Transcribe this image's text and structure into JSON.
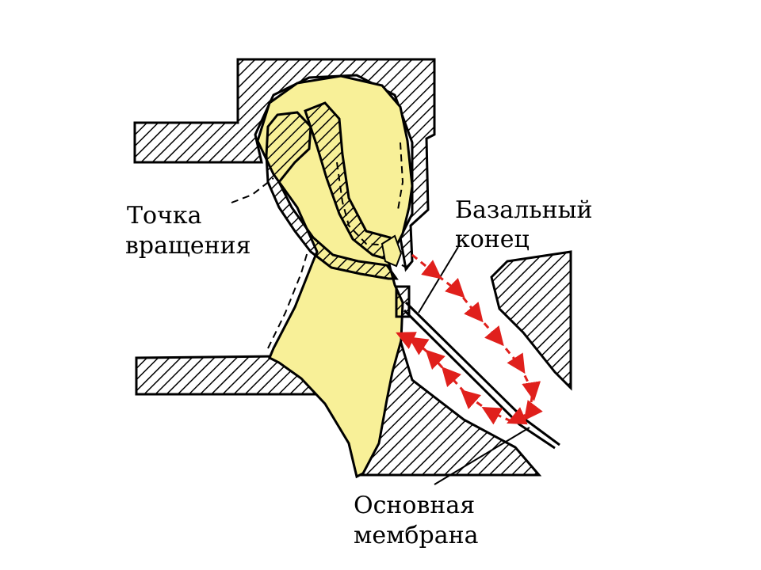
{
  "labels": {
    "pivot_line1": "Точка",
    "pivot_line2": "вращения",
    "basal_line1": "Базальный",
    "basal_line2": "конец",
    "membrane_line1": "Основная",
    "membrane_line2": "мембрана"
  },
  "colors": {
    "bone_hatch": "#000000",
    "cavity_fill": "#f8f098",
    "arrow": "#e0201c",
    "background": "#ffffff"
  }
}
